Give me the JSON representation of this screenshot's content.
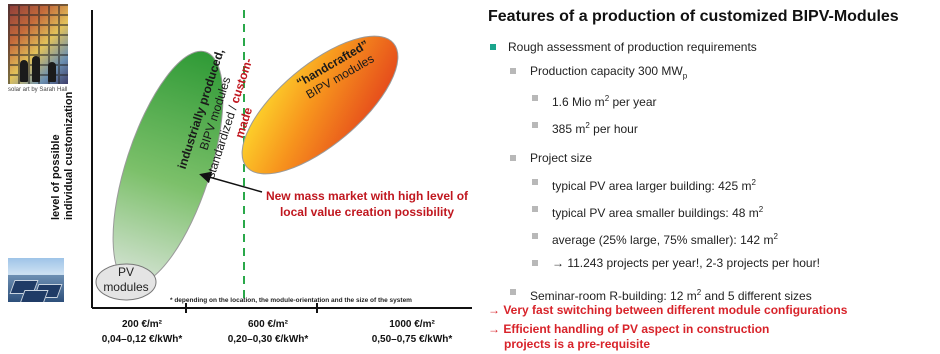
{
  "diagram": {
    "photo_top_caption": "solar art by Sarah Hall",
    "y_axis_label_line1": "level of possible",
    "y_axis_label_line2": "individual customization",
    "green_ellipse": {
      "line1": "industrially produced,",
      "line2": "BIPV modules",
      "line3_prefix": "standardized / ",
      "line3_highlight": "custom-made"
    },
    "orange_ellipse": {
      "line1": "“handcrafted”",
      "line2": "BIPV modules"
    },
    "pv_bubble": {
      "line1": "PV",
      "line2": "modules"
    },
    "annotation_line1": "New mass market with high level of",
    "annotation_line2": "local value creation possibility",
    "footnote": "* depending on the location, the module-orientation and the size of the system",
    "x_ticks": [
      {
        "price": "200 €/m²",
        "kwh": "0,04–0,12 €/kWh*"
      },
      {
        "price": "600 €/m²",
        "kwh": "0,20–0,30 €/kWh*"
      },
      {
        "price": "1000 €/m²",
        "kwh": "0,50–0,75 €/kWh*"
      }
    ],
    "colors": {
      "green": "#3a9d3a",
      "orange": "#f08a1c",
      "red": "#c0171f",
      "dashed_line": "#2aa84a"
    }
  },
  "panel": {
    "title": "Features of a production of customized BIPV-Modules",
    "items": [
      {
        "text": "Rough assessment of production requirements"
      },
      {
        "text_main": "Production capacity 300 MW",
        "text_sub": "p"
      },
      {
        "text_main": "1.6 Mio m",
        "text_sup": "2",
        "text_after": " per year"
      },
      {
        "text_main": "385 m",
        "text_sup": "2",
        "text_after": " per hour"
      },
      {
        "text": "Project size"
      },
      {
        "text_main": "typical PV area larger building: 425 m",
        "text_sup": "2"
      },
      {
        "text_main": "typical PV area smaller buildings: 48 m",
        "text_sup": "2"
      },
      {
        "text_main": "average (25% large, 75% smaller): 142 m",
        "text_sup": "2"
      },
      {
        "text": "→  11.243 projects per year!, 2-3 projects per hour!"
      },
      {
        "text_main": "Seminar-room R-building: 12 m",
        "text_sup": "2",
        "text_after": " and 5 different sizes"
      }
    ],
    "conclusion_1": "→ Very fast switching between different module configurations",
    "conclusion_2_line1": "→ Efficient handling of PV aspect in construction",
    "conclusion_2_line2": "projects is a pre-requisite",
    "colors": {
      "l0_bullet": "#1aa58c",
      "sub_bullet": "#b8b8b8",
      "conclusion": "#d8232a"
    }
  }
}
